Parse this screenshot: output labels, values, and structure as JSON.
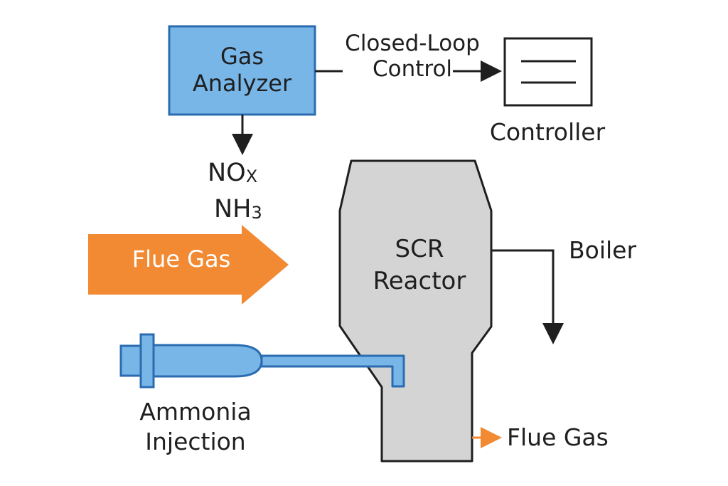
{
  "analyzer": {
    "line1": "Gas",
    "line2": "Analyzer"
  },
  "closed_loop": {
    "line1": "Closed-Loop",
    "line2": "Control"
  },
  "controller": {
    "label": "Controller"
  },
  "emissions": {
    "nox_base": "NO",
    "nox_sub": "X",
    "nh3_base": "NH",
    "nh3_sub": "3"
  },
  "flue_gas_in": {
    "label": "Flue Gas"
  },
  "reactor": {
    "line1": "SCR",
    "line2": "Reactor"
  },
  "boiler": {
    "label": "Boiler"
  },
  "ammonia": {
    "line1": "Ammonia",
    "line2": "Injection"
  },
  "flue_gas_out": {
    "label": "Flue Gas"
  },
  "colors": {
    "analyzer_fill": "#78b6e8",
    "analyzer_stroke": "#2b6cb0",
    "flue_arrow": "#f28a33",
    "reactor_fill": "#d4d4d4",
    "line": "#1f1f1f"
  }
}
